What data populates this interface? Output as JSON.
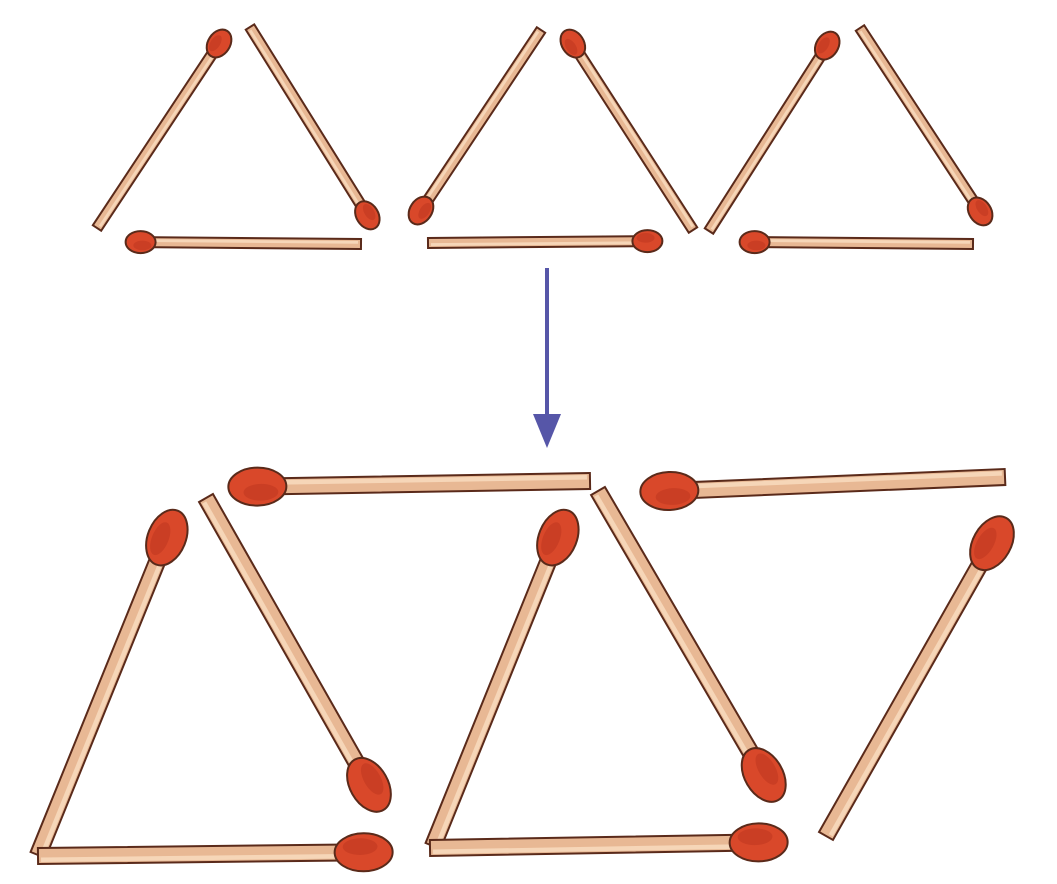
{
  "colors": {
    "background": "#ffffff",
    "match_stick": "#e8b894",
    "match_stick_highlight": "#f6d6b8",
    "match_outline": "#5a2a1a",
    "match_head": "#d9482a",
    "match_head_shade": "#b8321c",
    "arrow": "#5656a8"
  },
  "icons": {
    "arrow": "down-arrow-icon",
    "match_head": "match-head-icon"
  },
  "before": {
    "name": "three-separate-triangles",
    "triangle_count": 3,
    "match_count": 9
  },
  "after": {
    "name": "joined-triangles-strip",
    "match_count": 9
  }
}
